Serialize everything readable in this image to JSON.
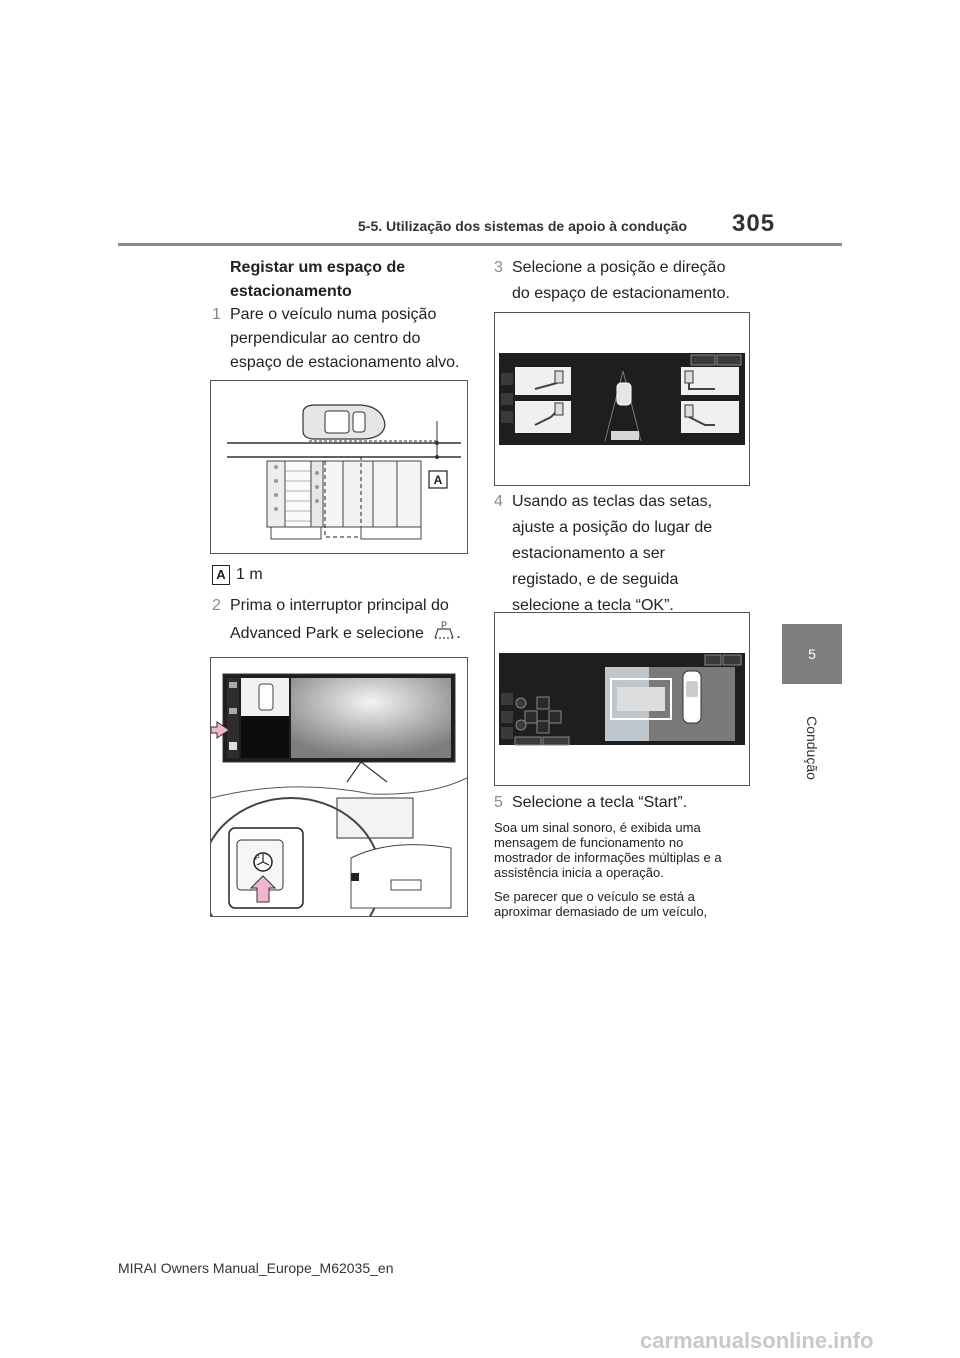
{
  "header": {
    "section_title": "5-5. Utilização dos sistemas de apoio à condução",
    "page_number": "305"
  },
  "side_tab": {
    "number": "5",
    "label": "Condução"
  },
  "left_column": {
    "heading_line1": "Registar um espaço de",
    "heading_line2": "estacionamento",
    "step1": {
      "num": "1",
      "lines": [
        "Pare o veículo numa posição",
        "perpendicular ao centro do",
        "espaço de estacionamento alvo."
      ]
    },
    "callout_letter": "A",
    "callout_text": "1 m",
    "step2": {
      "num": "2",
      "line1": "Prima o interruptor principal do",
      "line2": "Advanced Park e selecione",
      "line2_end": "."
    },
    "button_icon_letter": "P"
  },
  "right_column": {
    "step3": {
      "num": "3",
      "lines": [
        "Selecione a posição e direção",
        "do espaço de estacionamento."
      ]
    },
    "step4": {
      "num": "4",
      "lines": [
        "Usando as teclas das setas,",
        "ajuste a posição do lugar de",
        "estacionamento a ser",
        "registado, e de seguida",
        "selecione a tecla “OK”."
      ]
    },
    "step5": {
      "num": "5",
      "text": "Selecione a tecla “Start”."
    },
    "para1": [
      "Soa um sinal sonoro, é exibida uma",
      "mensagem de funcionamento no",
      "mostrador de informações múltiplas e a",
      "assistência inicia a operação."
    ],
    "para2": [
      "Se parecer que o veículo se está a",
      "aproximar demasiado de um veículo,"
    ]
  },
  "icons": {
    "parking_icon": "parking-space-icon",
    "callout_box": "callout-letter-icon",
    "arrow": "pink-arrow-icon"
  },
  "colors": {
    "arrow_pink": "#f2b7d0",
    "screen_dark": "#1e1e1e",
    "tab_gray": "#7e7e7e"
  },
  "footer": {
    "manual_label": "MIRAI Owners Manual_Europe_M62035_en"
  },
  "watermark": {
    "text": "carmanualsonline.info"
  }
}
